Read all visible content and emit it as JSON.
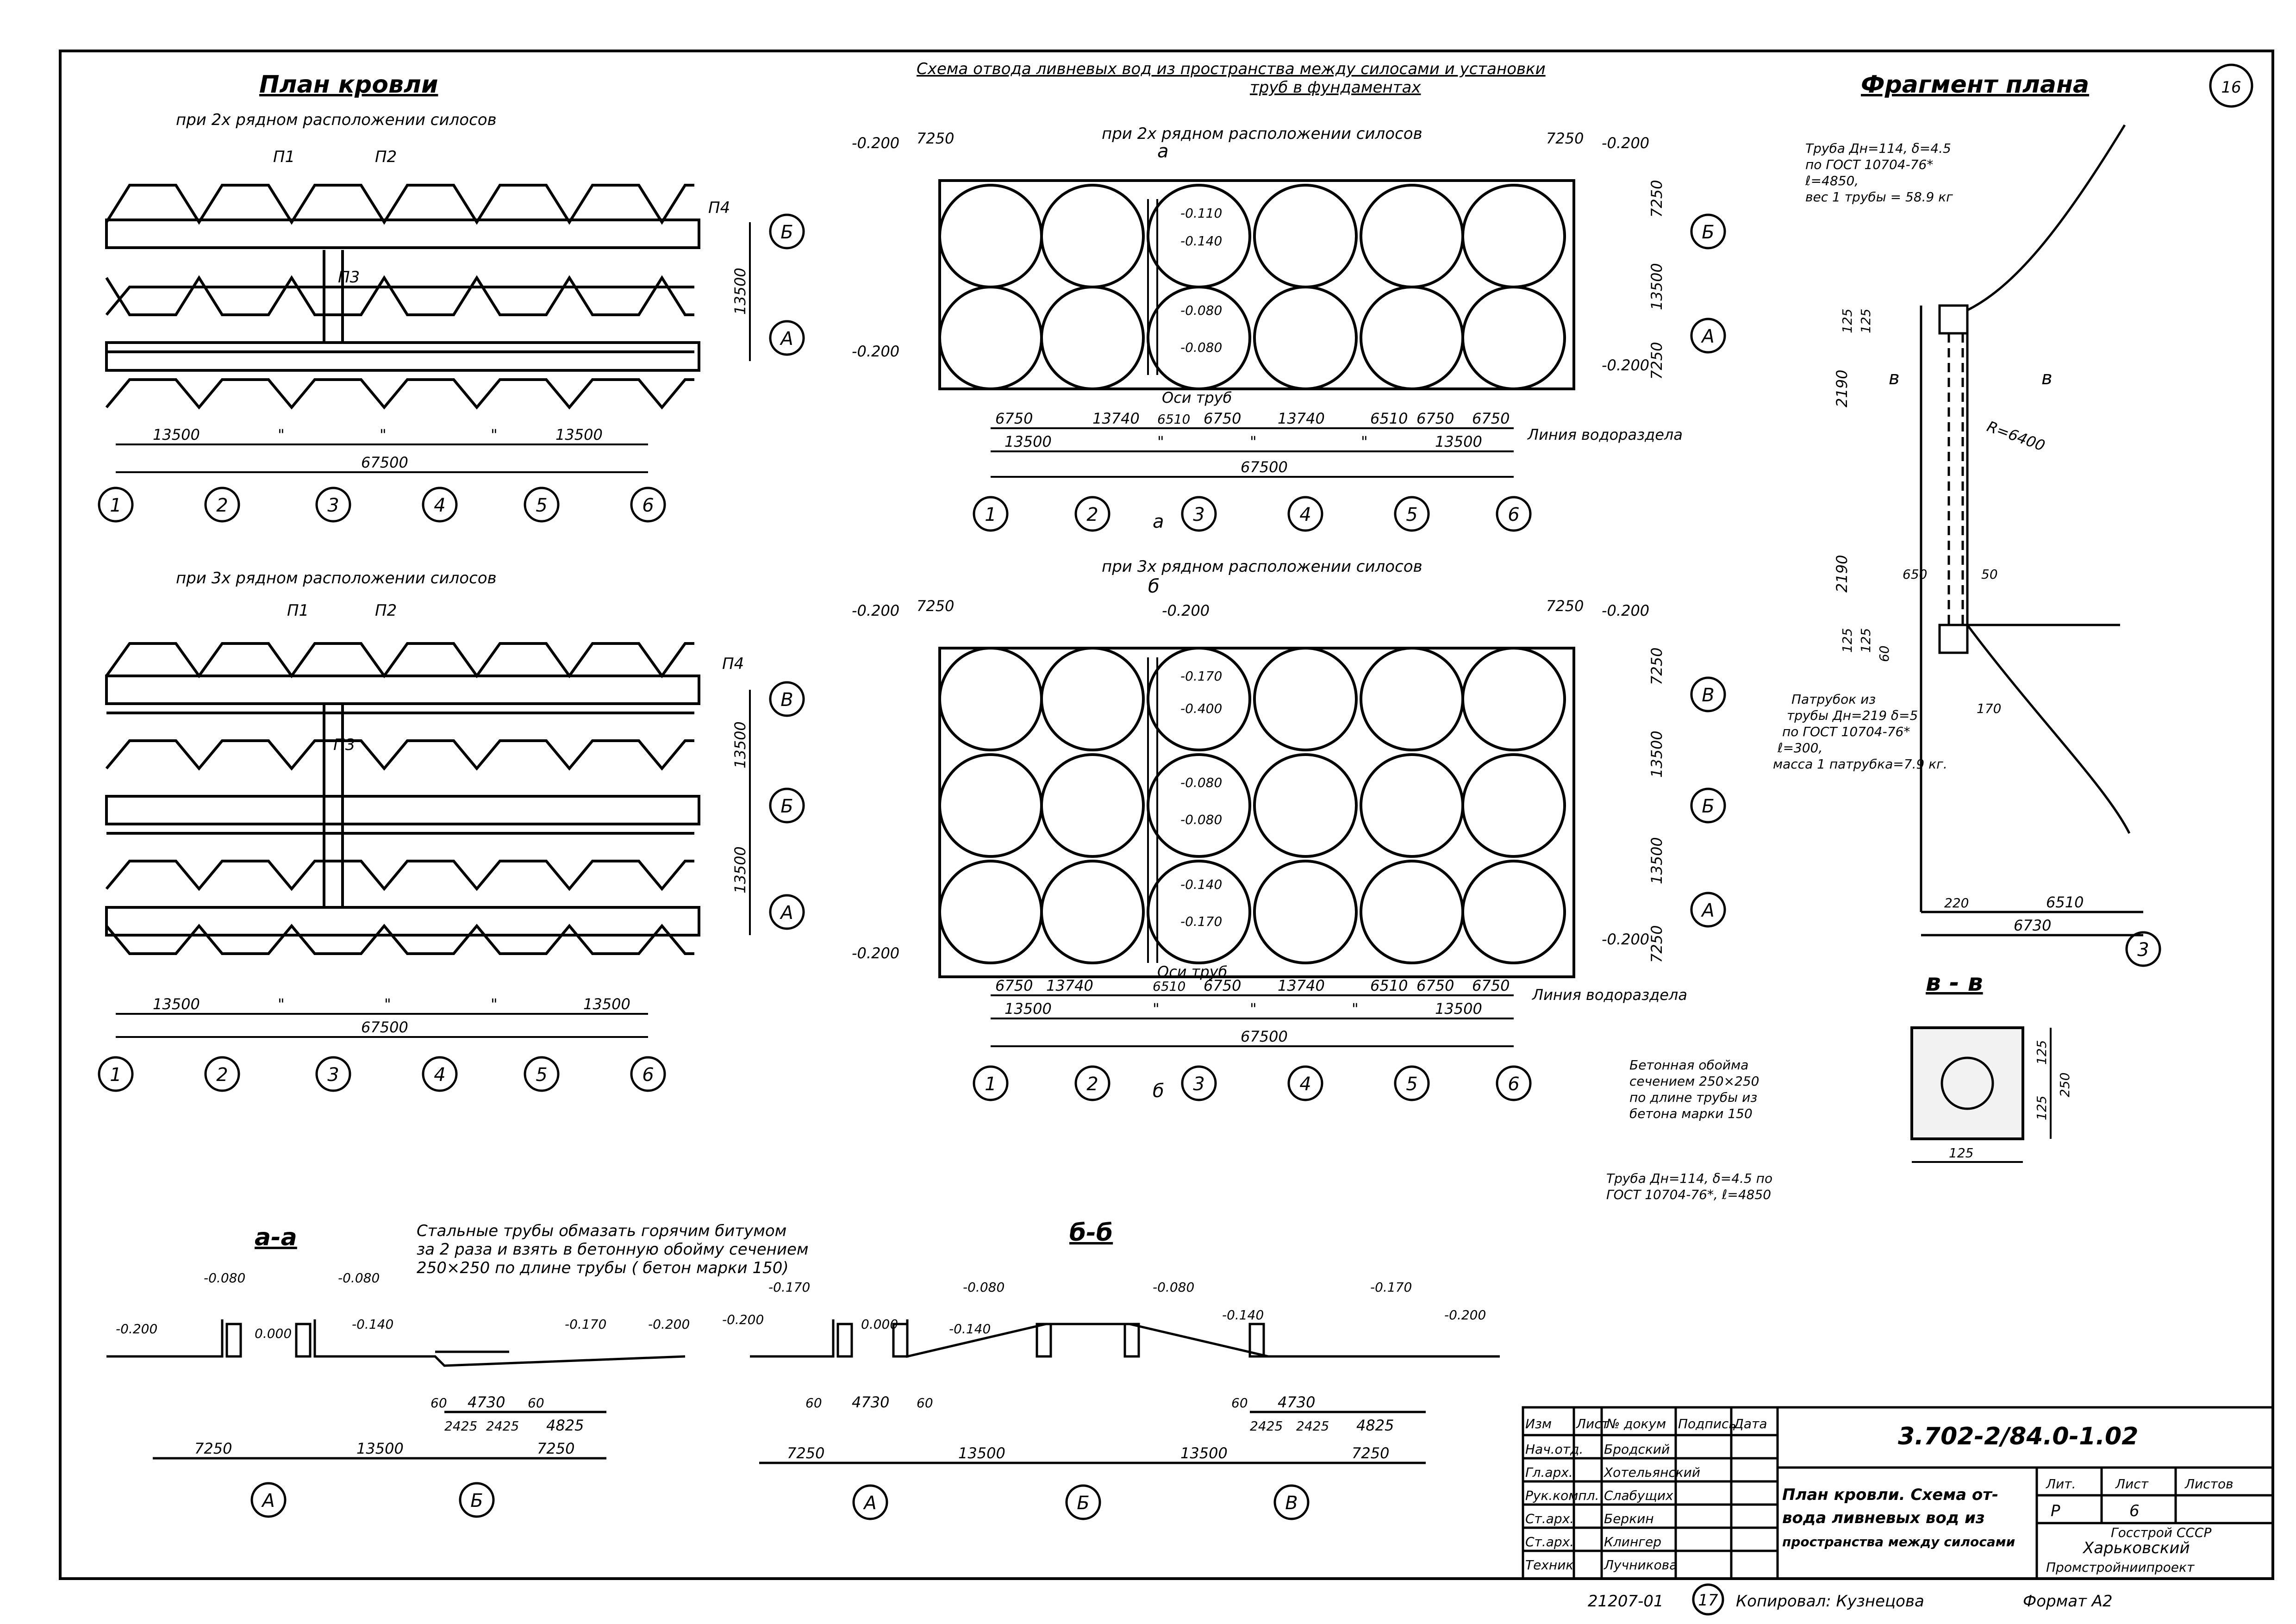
{
  "sheet_number": "16",
  "left": {
    "title": "План кровли",
    "sub_2row": "при 2х рядном расположении силосов",
    "sub_3row": "при 3х рядном расположении силосов",
    "tags": [
      "П1",
      "П2",
      "П3",
      "П4"
    ],
    "dims_2row": [
      "13500",
      "\"",
      "\"",
      "\"",
      "13500",
      "67500",
      "13500"
    ],
    "dims_3row": [
      "13500",
      "\"",
      "\"",
      "\"",
      "13500",
      "67500",
      "13500",
      "13500"
    ]
  },
  "center": {
    "title_line1": "Схема отвода ливневых вод из пространства между силосами и установки",
    "title_line2": "труб в фундаментах",
    "sub_2row": "при 2х рядном расположении силосов",
    "sub_3row": "при 3х рядном расположении силосов",
    "section_a": "а",
    "section_b": "б",
    "levels_2row": [
      "-0.200",
      "-0.200",
      "-0.200",
      "-0.200",
      "-0.110",
      "-0.140",
      "-0.080",
      "-0.080"
    ],
    "levels_3row": [
      "-0.200",
      "-0.200",
      "-0.200",
      "-0.200",
      "-0.200",
      "-0.170",
      "-0.400",
      "-0.080",
      "-0.080",
      "-0.140",
      "-0.170"
    ],
    "dims_top": [
      "7250",
      "7250"
    ],
    "dims_bottom": [
      "6750",
      "13740",
      "6510",
      "6750",
      "13740",
      "6510",
      "6750",
      "6750",
      "13500",
      "\"",
      "\"",
      "\"",
      "13500",
      "67500"
    ],
    "dims_side_2row": [
      "7250",
      "13500",
      "7250"
    ],
    "dims_side_3row": [
      "7250",
      "13500",
      "13500",
      "7250"
    ],
    "pipe_axes": "Оси труб",
    "watershed": "Линия водораздела"
  },
  "axes_num": [
    "1",
    "2",
    "3",
    "4",
    "5",
    "6"
  ],
  "axes_letter": [
    "Б",
    "А",
    "В",
    "Б",
    "А"
  ],
  "fragment": {
    "title": "Фрагмент плана",
    "pipe_note": [
      "Труба Дн=114, δ=4.5",
      "по ГОСТ 10704-76*",
      "ℓ=4850,",
      "вес 1 трубы = 58.9 кг"
    ],
    "branch_note": [
      "Патрубок из",
      "трубы Дн=219 δ=5",
      "по ГОСТ 10704-76*",
      "ℓ=300,",
      "масса 1 патрубка=7.9 кг."
    ],
    "radius": "R=6400",
    "section_mark": "в",
    "dims": [
      "2190",
      "2190",
      "125",
      "125",
      "650",
      "50",
      "170",
      "125",
      "125",
      "60",
      "220",
      "6510",
      "6730"
    ],
    "axis": "3"
  },
  "section_vv": {
    "title": "в - в",
    "concrete_note": [
      "Бетонная обойма",
      "сечением 250×250",
      "по длине трубы из",
      "бетона марки 150"
    ],
    "pipe_note": [
      "Труба Дн=114, δ=4.5 по",
      "ГОСТ 10704-76*, ℓ=4850"
    ],
    "dims": [
      "125",
      "125",
      "250",
      "125"
    ]
  },
  "section_aa": {
    "title": "а-а",
    "note": [
      "Стальные трубы обмазать горячим битумом",
      "за 2 раза и взять в бетонную обойму сечением",
      "250×250 по длине трубы ( бетон марки 150)"
    ],
    "levels": [
      "-0.200",
      "-0.080",
      "0.000",
      "-0.080",
      "-0.140",
      "-0.170",
      "-0.200"
    ],
    "dims": [
      "60",
      "4730",
      "60",
      "2425",
      "2425",
      "4825",
      "7250",
      "13500",
      "7250"
    ],
    "axes": [
      "А",
      "Б"
    ]
  },
  "section_bb": {
    "title": "б-б",
    "levels": [
      "-0.200",
      "-0.170",
      "0.000",
      "-0.140",
      "-0.080",
      "-0.080",
      "-0.140",
      "-0.170",
      "-0.200"
    ],
    "dims": [
      "60",
      "4730",
      "60",
      "60",
      "4730",
      "2425",
      "2425",
      "4825",
      "7250",
      "13500",
      "13500",
      "7250"
    ],
    "axes": [
      "А",
      "Б",
      "В"
    ]
  },
  "title_block": {
    "headers": [
      "Изм",
      "Лист",
      "№ докум",
      "Подпись",
      "Дата"
    ],
    "rows": [
      [
        "Нач.отд.",
        "Бродский"
      ],
      [
        "Гл.арх.",
        "Хотельянский"
      ],
      [
        "Рук.компл.",
        "Слабущих"
      ],
      [
        "Ст.арх.",
        "Беркин"
      ],
      [
        "Ст.арх.",
        "Клингер"
      ],
      [
        "Техник",
        "Лучникова"
      ]
    ],
    "code": "3.702-2/84.0-1.02",
    "name": [
      "План кровли. Схема от-",
      "вода ливневых вод из",
      "пространства между силосами"
    ],
    "stage_headers": [
      "Лит.",
      "Лист",
      "Листов"
    ],
    "stage": "Р",
    "sheet": "6",
    "org": [
      "Госстрой СССР",
      "Харьковский",
      "Промстройниипроект"
    ]
  },
  "footer": {
    "left": "21207-01",
    "num": "17",
    "copy": "Копировал: Кузнецова",
    "format": "Формат А2"
  }
}
